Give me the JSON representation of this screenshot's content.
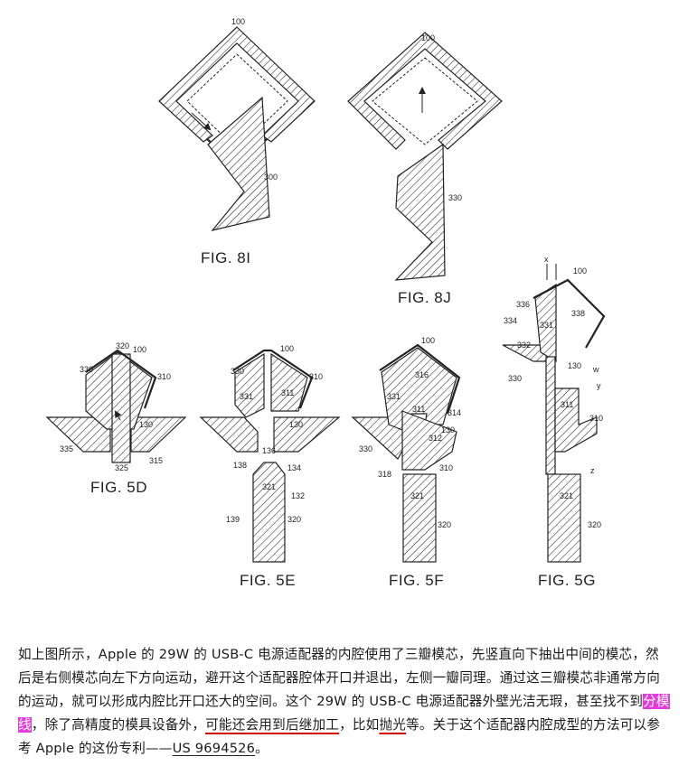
{
  "figures": {
    "fig8i": {
      "label": "FIG. 8I",
      "refs": [
        "100",
        "300"
      ]
    },
    "fig8j": {
      "label": "FIG. 8J",
      "refs": [
        "100",
        "330"
      ]
    },
    "fig5d": {
      "label": "FIG. 5D",
      "refs": [
        "320",
        "100",
        "330",
        "310",
        "130",
        "335",
        "325",
        "315"
      ]
    },
    "fig5e": {
      "label": "FIG. 5E",
      "refs": [
        "100",
        "330",
        "310",
        "331",
        "311",
        "130",
        "136",
        "138",
        "134",
        "321",
        "132",
        "139",
        "320"
      ]
    },
    "fig5f": {
      "label": "FIG. 5F",
      "refs": [
        "100",
        "316",
        "331",
        "311",
        "314",
        "130",
        "312",
        "330",
        "310",
        "318",
        "321",
        "320"
      ]
    },
    "fig5g": {
      "label": "FIG. 5G",
      "refs": [
        "x",
        "100",
        "336",
        "338",
        "331",
        "334",
        "332",
        "130",
        "w",
        "330",
        "y",
        "311",
        "310",
        "z",
        "321",
        "320"
      ]
    }
  },
  "article": {
    "p1": "如上图所示，Apple 的 29W 的 USB-C 电源适配器的内腔使用了三瓣模芯，先竖直向下抽出中间的模芯，然后是右侧模芯向左下方向运动，避开这个适配器腔体开口并退出，左侧一瓣同理。通过这三瓣模芯非通常方向的运动，就可以形成内腔比开口还大的空间。这个 29W 的 USB-C 电源适配器外壁光洁无瑕，甚至找不到",
    "highlight": "分模线",
    "p2": "，除了高精度的模具设备外，",
    "underline1": "可能还会用到后继加工",
    "p3": "，比如",
    "underline2": "抛光",
    "p4": "等。关于这个适配器内腔成型的方法可以参考 Apple 的这份专利——",
    "patent": "US 9694526",
    "p5": "。"
  }
}
